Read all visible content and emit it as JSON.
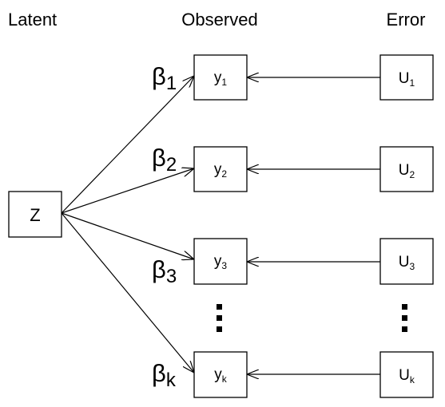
{
  "headers": {
    "latent": "Latent",
    "observed": "Observed",
    "error": "Error"
  },
  "latent_node": {
    "label": "Z"
  },
  "observed_nodes": [
    {
      "base": "y",
      "sub": "1"
    },
    {
      "base": "y",
      "sub": "2"
    },
    {
      "base": "y",
      "sub": "3"
    },
    {
      "base": "y",
      "sub": "k"
    }
  ],
  "error_nodes": [
    {
      "base": "U",
      "sub": "1"
    },
    {
      "base": "U",
      "sub": "2"
    },
    {
      "base": "U",
      "sub": "3"
    },
    {
      "base": "U",
      "sub": "k"
    }
  ],
  "loadings": [
    {
      "symbol": "β",
      "sub": "1"
    },
    {
      "symbol": "β",
      "sub": "2"
    },
    {
      "symbol": "β",
      "sub": "3"
    },
    {
      "symbol": "β",
      "sub": "k"
    }
  ]
}
